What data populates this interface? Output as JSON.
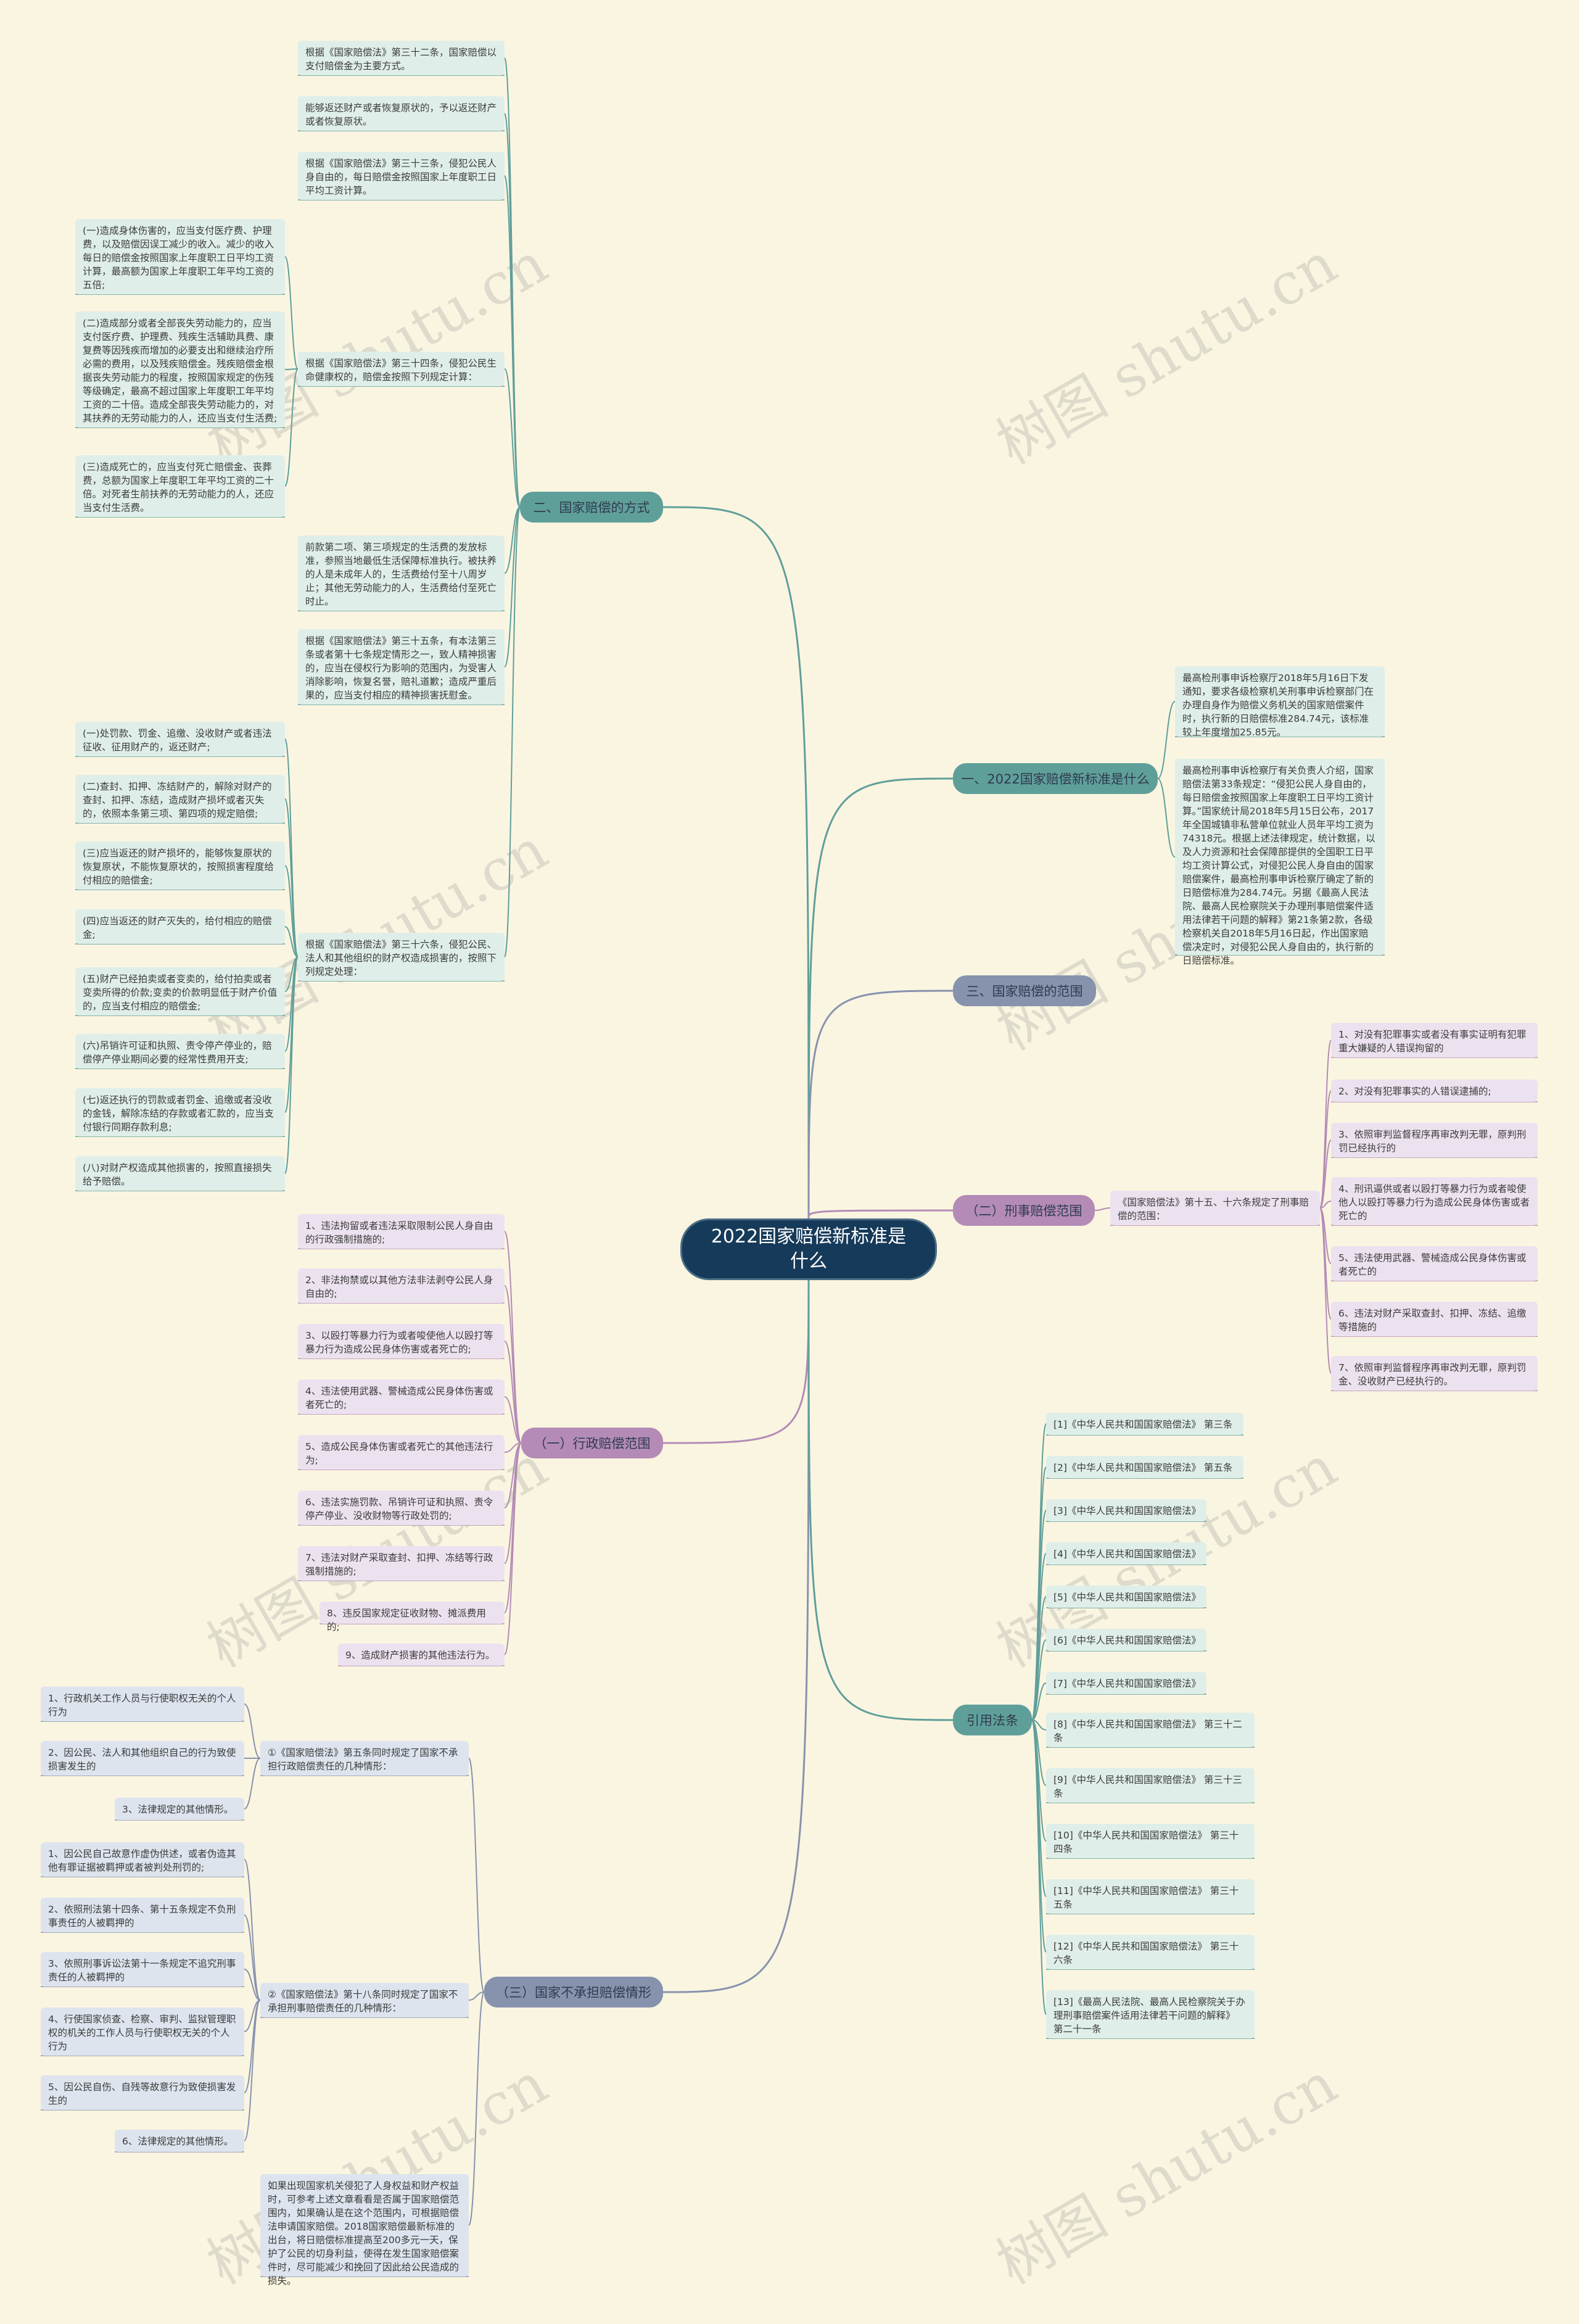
{
  "root": "2022国家赔偿新标准是什么",
  "watermark": "树图 shutu.cn",
  "colors": {
    "teal_branch": "#5f9f9a",
    "mauve_branch": "#b48bb6",
    "slate_branch": "#8792ad",
    "root_fill": "#163a59",
    "background": "#faf5e1"
  },
  "branches": {
    "fangshi": {
      "label": "二、国家赔偿的方式",
      "items": [
        "根据《国家赔偿法》第三十二条，国家赔偿以支付赔偿金为主要方式。",
        "能够返还财产或者恢复原状的，予以返还财产或者恢复原状。",
        "根据《国家赔偿法》第三十三条，侵犯公民人身自由的，每日赔偿金按照国家上年度职工日平均工资计算。",
        "根据《国家赔偿法》第三十四条，侵犯公民生命健康权的，赔偿金按照下列规定计算：",
        "前款第二项、第三项规定的生活费的发放标准，参照当地最低生活保障标准执行。被扶养的人是未成年人的，生活费给付至十八周岁止；其他无劳动能力的人，生活费给付至死亡时止。",
        "根据《国家赔偿法》第三十五条，有本法第三条或者第十七条规定情形之一，致人精神损害的，应当在侵权行为影响的范围内，为受害人消除影响，恢复名誉，赔礼道歉；造成严重后果的，应当支付相应的精神损害抚慰金。",
        "根据《国家赔偿法》第三十六条，侵犯公民、法人和其他组织的财产权造成损害的，按照下列规定处理："
      ],
      "sub34": [
        "(一)造成身体伤害的，应当支付医疗费、护理费，以及赔偿因误工减少的收入。减少的收入每日的赔偿金按照国家上年度职工日平均工资计算，最高额为国家上年度职工年平均工资的五倍;",
        "(二)造成部分或者全部丧失劳动能力的，应当支付医疗费、护理费、残疾生活辅助具费、康复费等因残疾而增加的必要支出和继续治疗所必需的费用，以及残疾赔偿金。残疾赔偿金根据丧失劳动能力的程度，按照国家规定的伤残等级确定，最高不超过国家上年度职工年平均工资的二十倍。造成全部丧失劳动能力的，对其扶养的无劳动能力的人，还应当支付生活费;",
        "(三)造成死亡的，应当支付死亡赔偿金、丧葬费，总额为国家上年度职工年平均工资的二十倍。对死者生前扶养的无劳动能力的人，还应当支付生活费。"
      ],
      "sub36": [
        "(一)处罚款、罚金、追缴、没收财产或者违法征收、征用财产的，返还财产;",
        "(二)查封、扣押、冻结财产的，解除对财产的查封、扣押、冻结，造成财产损坏或者灭失的，依照本条第三项、第四项的规定赔偿;",
        "(三)应当返还的财产损坏的，能够恢复原状的恢复原状，不能恢复原状的，按照损害程度给付相应的赔偿金;",
        "(四)应当返还的财产灭失的，给付相应的赔偿金;",
        "(五)财产已经拍卖或者变卖的，给付拍卖或者变卖所得的价款;变卖的价款明显低于财产价值的，应当支付相应的赔偿金;",
        "(六)吊销许可证和执照、责令停产停业的，赔偿停产停业期间必要的经常性费用开支;",
        "(七)返还执行的罚款或者罚金、追缴或者没收的金钱，解除冻结的存款或者汇款的，应当支付银行同期存款利息;",
        "(八)对财产权造成其他损害的，按照直接损失给予赔偿。"
      ]
    },
    "xingzheng": {
      "label": "（一）行政赔偿范围",
      "items": [
        "1、违法拘留或者违法采取限制公民人身自由的行政强制措施的;",
        "2、非法拘禁或以其他方法非法剥夺公民人身自由的;",
        "3、以殴打等暴力行为或者唆使他人以殴打等暴力行为造成公民身体伤害或者死亡的;",
        "4、违法使用武器、警械造成公民身体伤害或者死亡的;",
        "5、造成公民身体伤害或者死亡的其他违法行为;",
        "6、违法实施罚款、吊销许可证和执照、责令停产停业、没收财物等行政处罚的;",
        "7、违法对财产采取查封、扣押、冻结等行政强制措施的;",
        "8、违反国家规定征收财物、摊派费用的;",
        "9、造成财产损害的其他违法行为。"
      ]
    },
    "buchengdan": {
      "label": "（三）国家不承担赔偿情形",
      "group1_label": "①《国家赔偿法》第五条同时规定了国家不承担行政赔偿责任的几种情形：",
      "group1": [
        "1、行政机关工作人员与行使职权无关的个人行为",
        "2、因公民、法人和其他组织自己的行为致使损害发生的",
        "3、法律规定的其他情形。"
      ],
      "group2_label": "②《国家赔偿法》第十八条同时规定了国家不承担刑事赔偿责任的几种情形：",
      "group2": [
        "1、因公民自己故意作虚伪供述，或者伪造其他有罪证据被羁押或者被判处刑罚的;",
        "2、依照刑法第十四条、第十五条规定不负刑事责任的人被羁押的",
        "3、依照刑事诉讼法第十一条规定不追究刑事责任的人被羁押的",
        "4、行使国家侦查、检察、审判、监狱管理职权的机关的工作人员与行使职权无关的个人行为",
        "5、因公民自伤、自残等故意行为致使损害发生的",
        "6、法律规定的其他情形。"
      ],
      "note": "如果出现国家机关侵犯了人身权益和财产权益时，可参考上述文章看看是否属于国家赔偿范围内，如果确认是在这个范围内，可根据赔偿法申请国家赔偿。2018国家赔偿最新标准的出台，将日赔偿标准提高至200多元一天，保护了公民的切身利益，使得在发生国家赔偿案件时，尽可能减少和挽回了因此给公民造成的损失。"
    },
    "biaozhun": {
      "label": "一、2022国家赔偿新标准是什么",
      "items": [
        "最高检刑事申诉检察厅2018年5月16日下发通知，要求各级检察机关刑事申诉检察部门在办理自身作为赔偿义务机关的国家赔偿案件时，执行新的日赔偿标准284.74元，该标准较上年度增加25.85元。",
        "最高检刑事申诉检察厅有关负责人介绍，国家赔偿法第33条规定：“侵犯公民人身自由的，每日赔偿金按照国家上年度职工日平均工资计算。”国家统计局2018年5月15日公布，2017年全国城镇非私营单位就业人员年平均工资为74318元。根据上述法律规定，统计数据，以及人力资源和社会保障部提供的全国职工日平均工资计算公式，对侵犯公民人身自由的国家赔偿案件，最高检刑事申诉检察厅确定了新的日赔偿标准为284.74元。另据《最高人民法院、最高人民检察院关于办理刑事赔偿案件适用法律若干问题的解释》第21条第2款，各级检察机关自2018年5月16日起，作出国家赔偿决定时，对侵犯公民人身自由的，执行新的日赔偿标准。"
      ]
    },
    "fanwei": {
      "label": "三、国家赔偿的范围"
    },
    "xingshi": {
      "label": "（二）刑事赔偿范围",
      "mid": "《国家赔偿法》第十五、十六条规定了刑事赔偿的范围：",
      "items": [
        "1、对没有犯罪事实或者没有事实证明有犯罪重大嫌疑的人错误拘留的",
        "2、对没有犯罪事实的人错误逮捕的;",
        "3、依照审判监督程序再审改判无罪，原判刑罚已经执行的",
        "4、刑讯逼供或者以殴打等暴力行为或者唆使他人以殴打等暴力行为造成公民身体伤害或者死亡的",
        "5、违法使用武器、警械造成公民身体伤害或者死亡的",
        "6、违法对财产采取查封、扣押、冻结、追缴等措施的",
        "7、依照审判监督程序再审改判无罪，原判罚金、没收财产已经执行的。"
      ]
    },
    "yinyong": {
      "label": "引用法条",
      "items": [
        "[1]《中华人民共和国国家赔偿法》 第三条",
        "[2]《中华人民共和国国家赔偿法》 第五条",
        "[3]《中华人民共和国国家赔偿法》",
        "[4]《中华人民共和国国家赔偿法》",
        "[5]《中华人民共和国国家赔偿法》",
        "[6]《中华人民共和国国家赔偿法》",
        "[7]《中华人民共和国国家赔偿法》",
        "[8]《中华人民共和国国家赔偿法》 第三十二条",
        "[9]《中华人民共和国国家赔偿法》 第三十三条",
        "[10]《中华人民共和国国家赔偿法》 第三十四条",
        "[11]《中华人民共和国国家赔偿法》 第三十五条",
        "[12]《中华人民共和国国家赔偿法》 第三十六条",
        "[13]《最高人民法院、最高人民检察院关于办理刑事赔偿案件适用法律若干问题的解释》 第二十一条"
      ]
    }
  }
}
